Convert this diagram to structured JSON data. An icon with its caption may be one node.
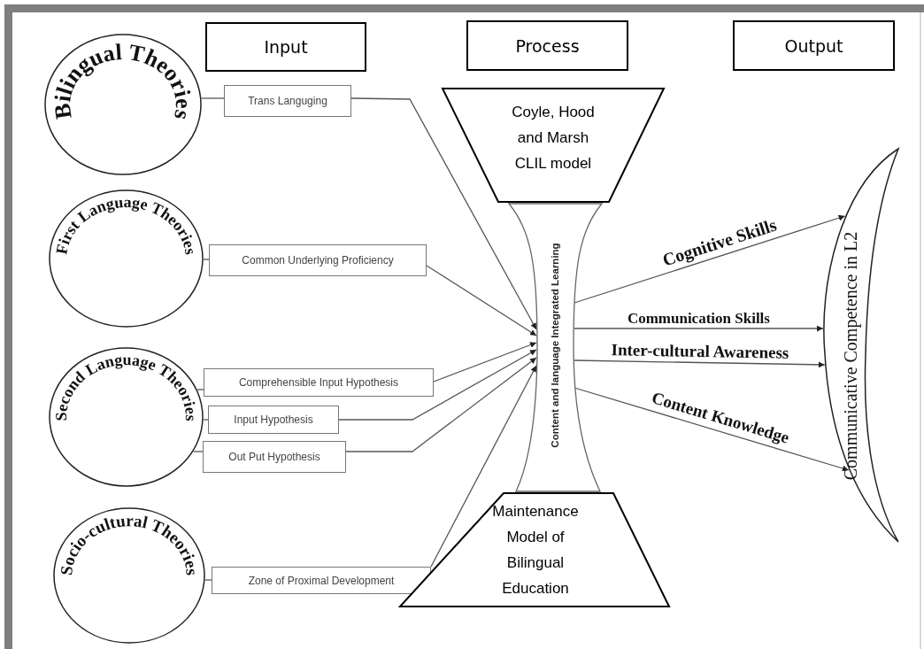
{
  "diagram": {
    "nodes": [
      {
        "text": [
          "Input"
        ]
      },
      {
        "text": [
          "Process"
        ]
      },
      {
        "text": [
          "Output"
        ]
      },
      {
        "text": [
          "Bilingual Theories"
        ]
      },
      {
        "text": [
          "Trans Languging"
        ]
      },
      {
        "text": [
          "First Language Theories"
        ]
      },
      {
        "text": [
          "Common Underlying Proficiency"
        ]
      },
      {
        "text": [
          "Second Language Theories"
        ]
      },
      {
        "text": [
          "Comprehensible Input Hypothesis"
        ]
      },
      {
        "text": [
          "Input Hypothesis"
        ]
      },
      {
        "text": [
          "Out Put Hypothesis"
        ]
      },
      {
        "text": [
          "Socio-cultural Theories"
        ]
      },
      {
        "text": [
          "Zone of Proximal Development"
        ]
      },
      {
        "text": [
          "Coyle, Hood and Marsh CLIL model"
        ]
      },
      {
        "text": [
          "Content and language Integrated Learning"
        ]
      },
      {
        "text": [
          "Maintenance Model of Bilingual Education"
        ]
      },
      {
        "text": [
          "Communicative Competence in L2"
        ]
      }
    ],
    "edges": [
      {
        "from": 3,
        "to": 4,
        "arrow": "none"
      },
      {
        "from": 5,
        "to": 6,
        "arrow": "none"
      },
      {
        "from": 7,
        "to": 8,
        "arrow": "none"
      },
      {
        "from": 7,
        "to": 9,
        "arrow": "none"
      },
      {
        "from": 7,
        "to": 10,
        "arrow": "none"
      },
      {
        "from": 11,
        "to": 12,
        "arrow": "none"
      },
      {
        "from": 4,
        "to": 14,
        "arrow": "to"
      },
      {
        "from": 6,
        "to": 14,
        "arrow": "to"
      },
      {
        "from": 8,
        "to": 14,
        "arrow": "to"
      },
      {
        "from": 9,
        "to": 14,
        "arrow": "to"
      },
      {
        "from": 10,
        "to": 14,
        "arrow": "to"
      },
      {
        "from": 12,
        "to": 14,
        "arrow": "to"
      },
      {
        "from": 14,
        "to": 16,
        "arrow": "to",
        "label": "Cognitive Skills"
      },
      {
        "from": 14,
        "to": 16,
        "arrow": "to",
        "label": "Communication Skills"
      },
      {
        "from": 14,
        "to": 16,
        "arrow": "to",
        "label": "Inter-cultural Awareness"
      },
      {
        "from": 14,
        "to": 16,
        "arrow": "to",
        "label": "Content Knowledge"
      }
    ]
  }
}
